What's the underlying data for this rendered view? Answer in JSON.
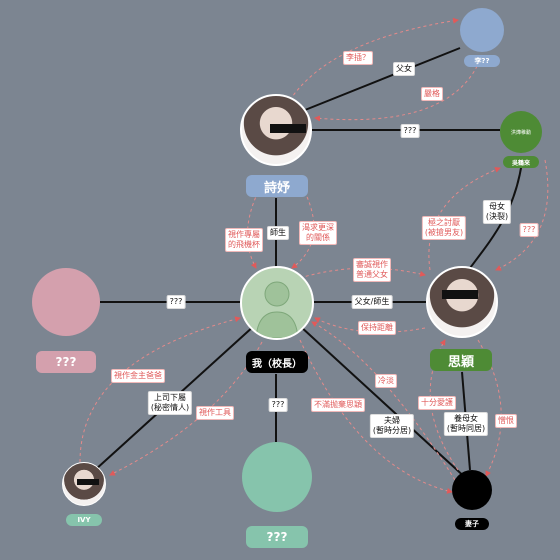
{
  "nodes": {
    "top": {
      "label": "李??"
    },
    "shihyu": {
      "label": "詩妤"
    },
    "green_small": {
      "caption": "洪燁稚勳",
      "label": "吳鶴來"
    },
    "center": {
      "label": "我（校長）"
    },
    "pink_left": {
      "label": "???"
    },
    "siying": {
      "label": "思穎"
    },
    "ivy": {
      "label": "IVY"
    },
    "bottom": {
      "label": "???"
    },
    "wife": {
      "label": "妻子"
    }
  },
  "edges": {
    "top_shihyu": "父女",
    "shihyu_green": "???",
    "green_siying": "母女\n(決裂)",
    "shihyu_center": "師生",
    "pink_center": "???",
    "center_siying": "父女/師生",
    "center_ivy": "上司下屬\n(秘密情人)",
    "center_bottom": "???",
    "center_wife": "夫婦\n(暫時分居)",
    "siying_wife": "養母女\n(暫時同居)"
  },
  "notes": {
    "shihyu_to_top": "李插？",
    "top_to_shihyu": "嚴格",
    "shihyu_to_center_a": "視作專屬\n的飛機杯",
    "shihyu_to_center_b": "渴求更深\n的關係",
    "siying_to_green_a": "極之討厭\n(被搶男友)",
    "green_to_siying": "???",
    "center_to_siying_a": "審誠視作\n普通父女",
    "siying_to_center": "保持距離",
    "ivy_to_center": "視作金主爸爸",
    "center_to_ivy": "視作工具",
    "wife_to_center_a": "冷淡",
    "center_to_wife": "不滿抛棄思穎",
    "wife_to_siying": "十分愛護",
    "siying_to_wife": "憎恨"
  },
  "colors": {
    "background": "#7c8591",
    "top": "#8ea9cf",
    "green": "#4e8b35",
    "pink": "#d4a0ad",
    "teal": "#86c4ac",
    "center": "#b8d3b4",
    "black": "#000000",
    "note_red": "#e05a5a"
  }
}
